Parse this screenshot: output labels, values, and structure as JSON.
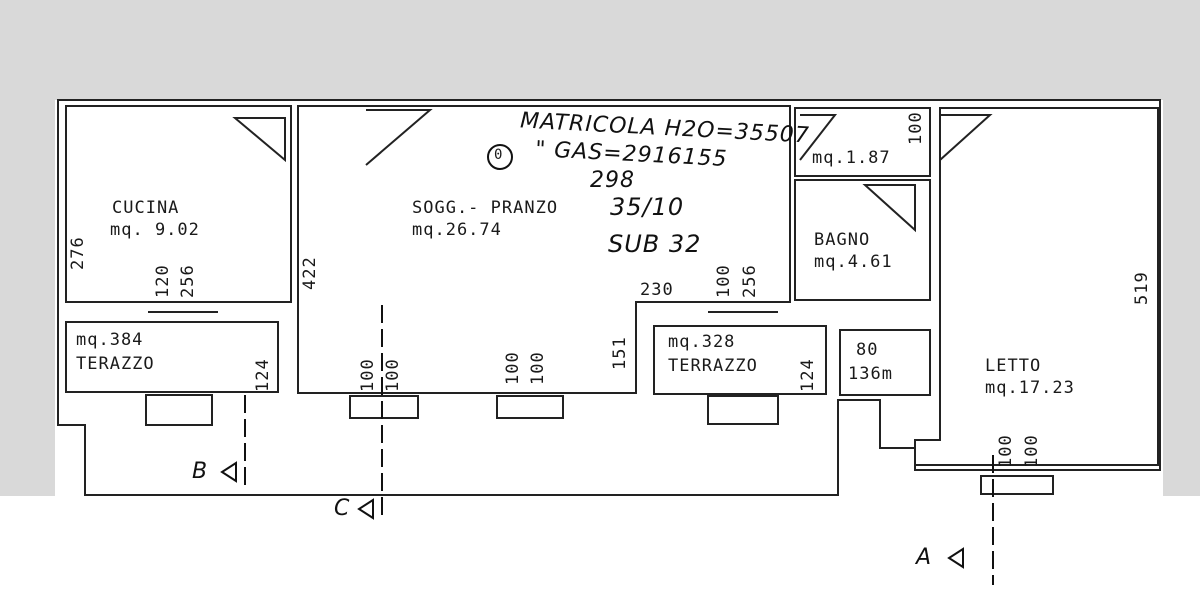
{
  "rooms": {
    "cucina": {
      "name": "CUCINA",
      "area": "mq. 9.02"
    },
    "soggiorno": {
      "name": "SOGG.- PRANZO",
      "area": "mq.26.74"
    },
    "bagno": {
      "name": "BAGNO",
      "area": "mq.4.61"
    },
    "disimpegno": {
      "area": "mq.1.87"
    },
    "letto": {
      "name": "LETTO",
      "area": "mq.17.23"
    },
    "terrazzo_left": {
      "name": "TERAZZO",
      "area": "mq.384"
    },
    "terrazzo_mid": {
      "name": "TERRAZZO",
      "area": "mq.328"
    }
  },
  "annotations": {
    "matricola_h2o": "MATRICOLA H2O=35507",
    "circle_mark": "0",
    "gas": "\" GAS=2916155",
    "ref_298": "298",
    "ref_35_10": "35/10",
    "sub": "SUB 32"
  },
  "dimensions": {
    "d276": "276",
    "d120": "120",
    "d256a": "256",
    "d422": "422",
    "d124a": "124",
    "d100a": "100",
    "d100b": "100",
    "d100c": "100",
    "d100d": "100",
    "d151": "151",
    "d230": "230",
    "d100e": "100",
    "d256b": "256",
    "d124b": "124",
    "d80": "80",
    "d136": "136m",
    "d100f": "100",
    "d519": "519",
    "d100g": "100",
    "d100h": "100"
  },
  "sections": {
    "a": "A",
    "b": "B",
    "c": "C"
  }
}
